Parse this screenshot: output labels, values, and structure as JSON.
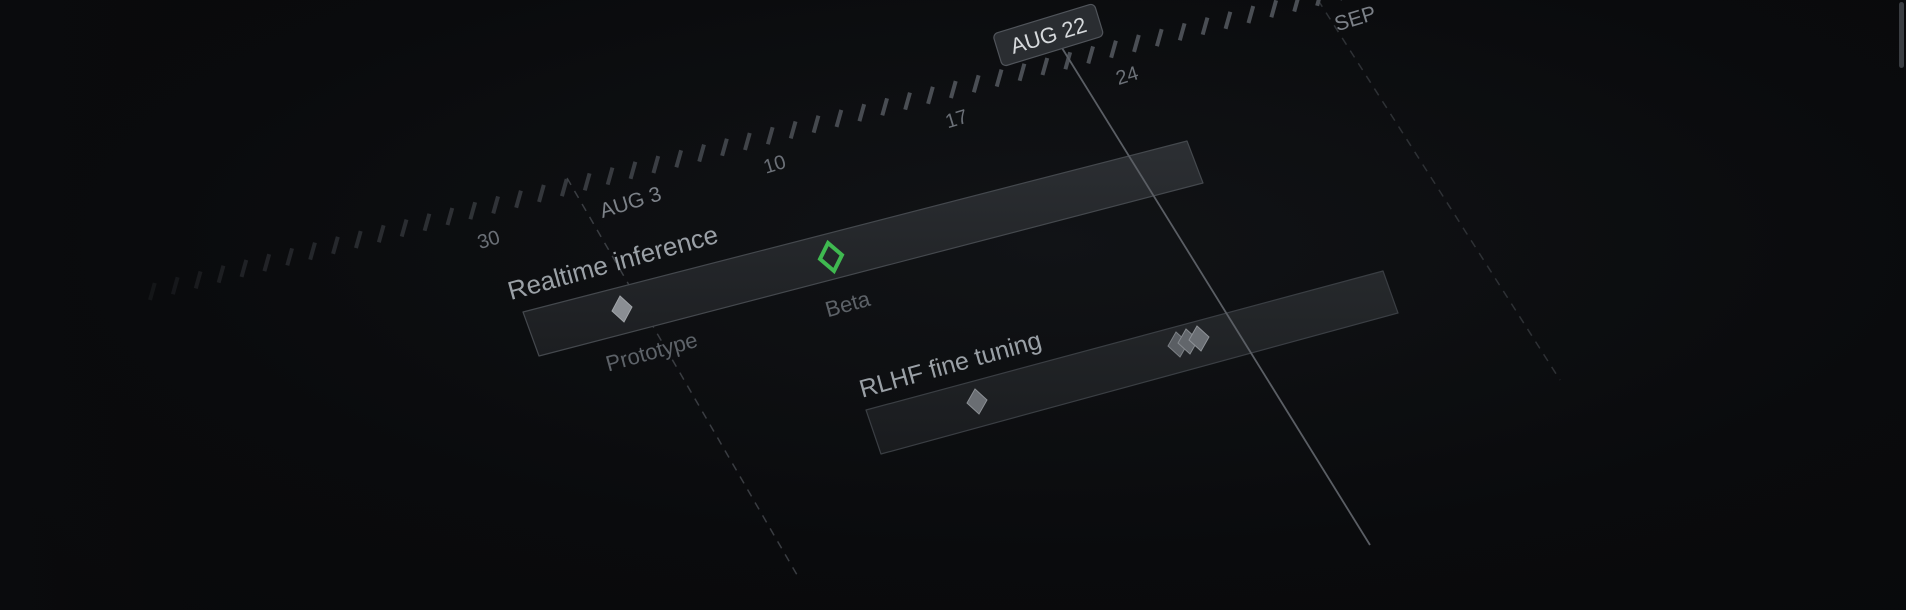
{
  "timeline": {
    "today_label": "AUG 22",
    "month_labels": [
      {
        "text": "AUG 3",
        "day": 3
      },
      {
        "text": "SEP",
        "day": 32
      }
    ],
    "day_labels": [
      {
        "text": "30",
        "day": -1
      },
      {
        "text": "10",
        "day": 10
      },
      {
        "text": "17",
        "day": 17
      },
      {
        "text": "24",
        "day": 24
      }
    ]
  },
  "projects": [
    {
      "name": "Realtime inference",
      "milestones": [
        {
          "label": "Prototype",
          "status": "done"
        },
        {
          "label": "Beta",
          "status": "current"
        }
      ]
    },
    {
      "name": "RLHF fine tuning",
      "milestones": [
        {
          "label": "",
          "status": "done"
        },
        {
          "label": "",
          "status": "stack"
        }
      ]
    }
  ],
  "colors": {
    "background": "#0a0b0d",
    "accent_green": "#3fb950",
    "today_line": "#5a5e64"
  }
}
